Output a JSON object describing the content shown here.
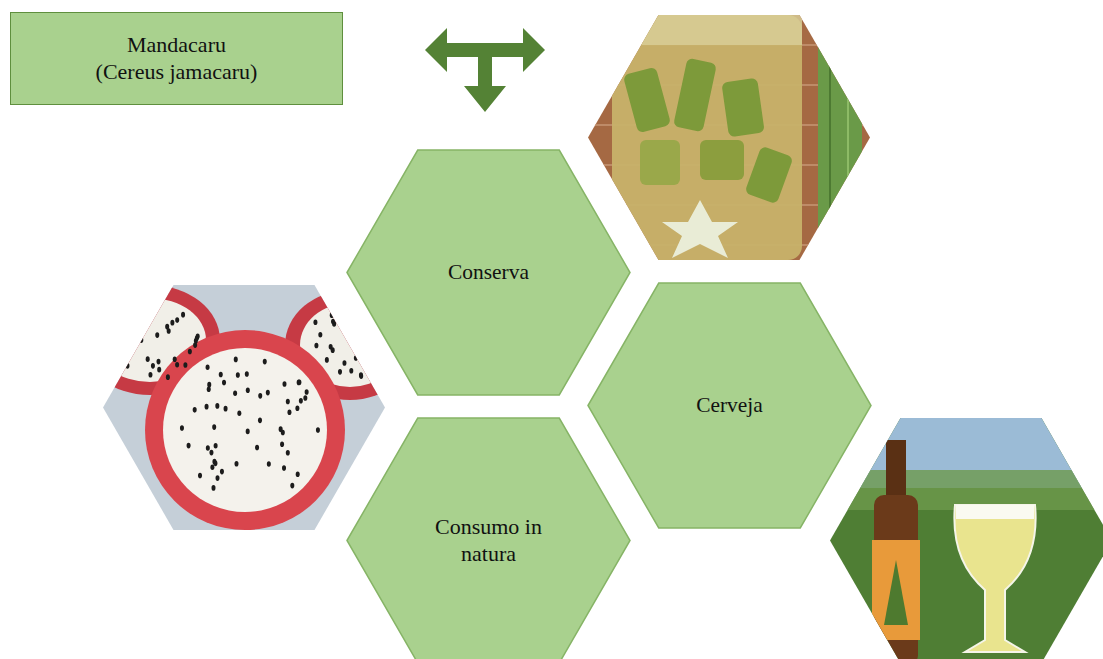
{
  "diagram": {
    "nodes": [
      {
        "text": [
          "Mandacaru (Cereus jamacaru)"
        ]
      },
      {
        "text": [
          "Conserva"
        ]
      },
      {
        "text": [
          "Cerveja"
        ]
      },
      {
        "text": [
          "Consumo in natura"
        ]
      }
    ]
  }
}
